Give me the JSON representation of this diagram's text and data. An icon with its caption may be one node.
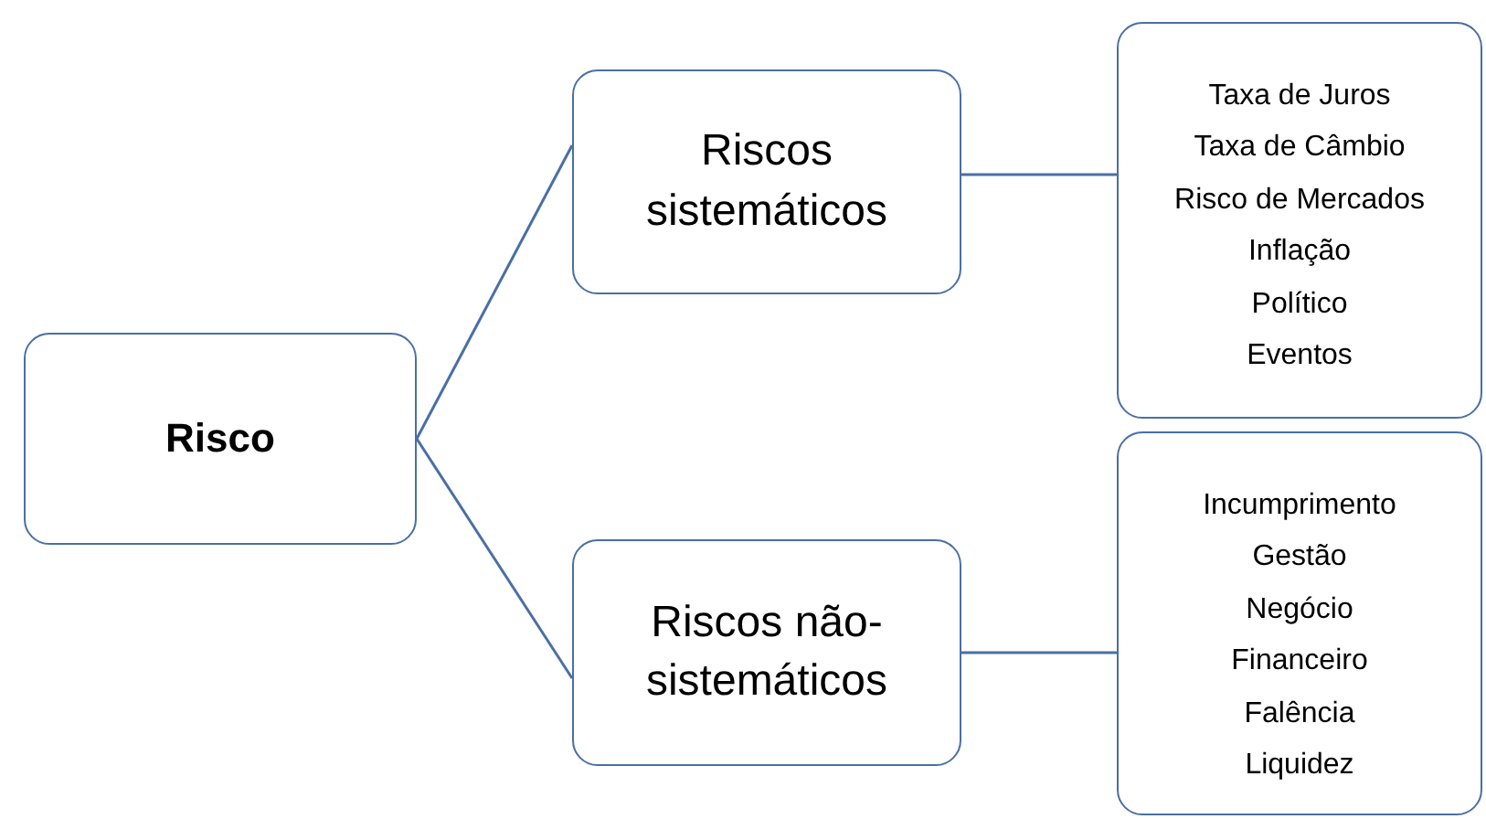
{
  "diagram": {
    "nodes": [
      {
        "text": [
          "Risco"
        ]
      },
      {
        "text": [
          "Riscos sistemáticos"
        ]
      },
      {
        "text": [
          "Riscos não-sistemáticos"
        ]
      },
      {
        "text": [
          "Taxa de Juros",
          "Taxa de Câmbio",
          "Risco de Mercados",
          "Inflação",
          "Político",
          "Eventos"
        ]
      },
      {
        "text": [
          "Incumprimento",
          "Gestão",
          "Negócio",
          "Financeiro",
          "Falência",
          "Liquidez"
        ]
      }
    ],
    "edges": [
      {
        "from": 0,
        "to": 1,
        "arrow": "none"
      },
      {
        "from": 0,
        "to": 2,
        "arrow": "none"
      },
      {
        "from": 1,
        "to": 3,
        "arrow": "none"
      },
      {
        "from": 2,
        "to": 4,
        "arrow": "none"
      }
    ]
  }
}
